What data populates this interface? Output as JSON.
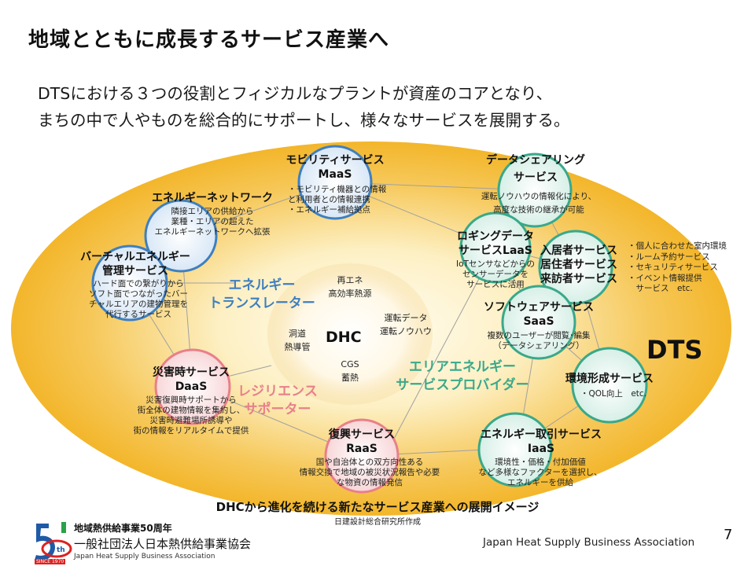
{
  "title": "地域とともに成長するサービス産業へ",
  "lead": [
    "DTSにおける３つの役割とフィジカルなプラントが資産のコアとなり、",
    "まちの中で人やものを総合的にサポートし、様々なサービスを展開する。"
  ],
  "outer_label": "DTS",
  "core": {
    "label": "DHC",
    "top": [
      "再エネ",
      "高効率熱源"
    ],
    "left": [
      "洞道",
      "熱導管"
    ],
    "bottom": [
      "CGS",
      "蓄熱"
    ],
    "right": [
      "運転データ",
      "運転ノウハウ"
    ]
  },
  "roles": {
    "energy_translator": [
      "エネルギー",
      "トランスレーター"
    ],
    "resilience_supporter": [
      "レジリエンス",
      "サポーター"
    ],
    "area_energy_provider": [
      "エリアエネルギー",
      "サービスプロバイダー"
    ]
  },
  "services": {
    "mobility": {
      "title": [
        "モビリティサービス",
        "MaaS"
      ],
      "desc": [
        "・モビリティ機器との情報",
        "と利用者との情報連携",
        "・エネルギー補給拠点"
      ]
    },
    "data_sharing": {
      "title": [
        "データシェアリング",
        "サービス"
      ],
      "desc": [
        "運転ノウハウの情報化により、",
        "高度な技術の継承が可能"
      ]
    },
    "energy_network": {
      "title": [
        "エネルギーネットワーク"
      ],
      "desc": [
        "隣接エリアの供給から",
        "業種・エリアの超えた",
        "エネルギーネットワークへ拡張"
      ]
    },
    "logging": {
      "title": [
        "ロギングデータ",
        "サービスLaaS"
      ],
      "desc": [
        "IoTセンサなどからの",
        "センサーデータを",
        "サービスに活用"
      ]
    },
    "resident": {
      "title": [
        "入居者サービス",
        "居住者サービス",
        "来訪者サービス"
      ],
      "desc": [
        "・個人に合わせた室内環境",
        "・ルーム予約サービス",
        "・セキュリティサービス",
        "・イベント情報提供",
        "　サービス　etc."
      ]
    },
    "virtual_energy": {
      "title": [
        "バーチャルエネルギー",
        "管理サービス"
      ],
      "desc": [
        "ハード面での繋がりから",
        "ソフト面でつながったバー",
        "チャルエリアの建物管理を",
        "代行するサービス"
      ]
    },
    "software": {
      "title": [
        "ソフトウェアサービス",
        "SaaS"
      ],
      "desc": [
        "複数のユーザーが閲覧･編集",
        "（データシェアリング）"
      ]
    },
    "disaster": {
      "title": [
        "災害時サービス",
        "DaaS"
      ],
      "desc": [
        "災害復興時サポートから",
        "街全体の建物情報を集約し、",
        "災害時避難場所誘導や",
        "街の情報をリアルタイムで提供"
      ]
    },
    "environment": {
      "title": [
        "環境形成サービス"
      ],
      "desc": [
        "・QOL向上　etc."
      ]
    },
    "recovery": {
      "title": [
        "復興サービス",
        "RaaS"
      ],
      "desc": [
        "国や自治体との双方向性ある",
        "情報交換で地域の被災状況報告や必要",
        "な物資の情報発信"
      ]
    },
    "energy_trade": {
      "title": [
        "エネルギー取引サービス",
        "IaaS"
      ],
      "desc": [
        "環境性・価格・付加価値",
        "など多様なファクターを選択し、",
        "エネルギーを供給"
      ]
    }
  },
  "caption": "DHCから進化を続ける新たなサービス産業への展開イメージ",
  "source": "日建設計総合研究所作成",
  "footer": {
    "assoc_en": "Japan Heat Supply Business Association",
    "page": "7",
    "logo_line1": "地域熱供給事業50周年",
    "logo_line2": "一般社団法人日本熱供給事業協会",
    "logo_line3": "Japan Heat Supply Business Association",
    "logo_since": "SINCE 1970"
  },
  "colors": {
    "blue": "#3f7fbf",
    "green": "#3aa88a",
    "pink": "#e8808a",
    "gold": "#f3b62b"
  }
}
